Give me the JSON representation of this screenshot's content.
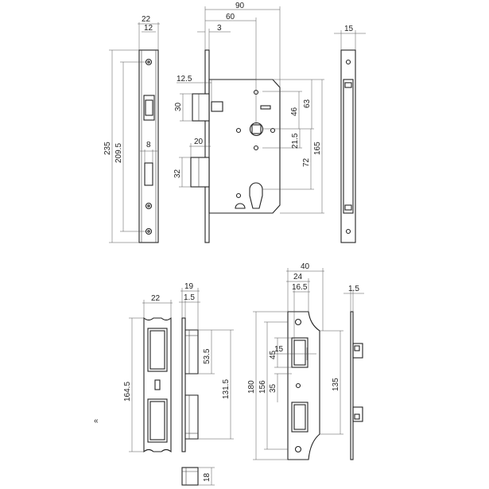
{
  "diagram": {
    "title": "",
    "lock_case": {
      "front_plate_width": "22",
      "front_plate_inner": "12",
      "backset_total": "90",
      "backset": "60",
      "plate_thickness": "3",
      "front_plate_length": "235",
      "screw_centres": "209.5",
      "slot_width": "8",
      "latch_offset": "12.5",
      "latch_height": "30",
      "bolt_offset": "20",
      "bolt_height": "32",
      "dist_63": "63",
      "dist_46": "46",
      "dist_21_5": "21.5",
      "dist_72": "72",
      "dist_165": "165",
      "side_plate_width": "15"
    },
    "strike_plate": {
      "width": "22",
      "box_width": "19",
      "box_offset": "1.5",
      "length": "164.5",
      "box_upper": "53.5",
      "box_span": "131.5",
      "box_depth": "18"
    },
    "strike_plate_2": {
      "width": "40",
      "offset": "24",
      "inner": "16.5",
      "side_thickness": "1.5",
      "length": "180",
      "span_156": "156",
      "d_45": "45",
      "d_15": "15",
      "d_35": "35",
      "d_135": "135"
    },
    "mark": "«"
  }
}
